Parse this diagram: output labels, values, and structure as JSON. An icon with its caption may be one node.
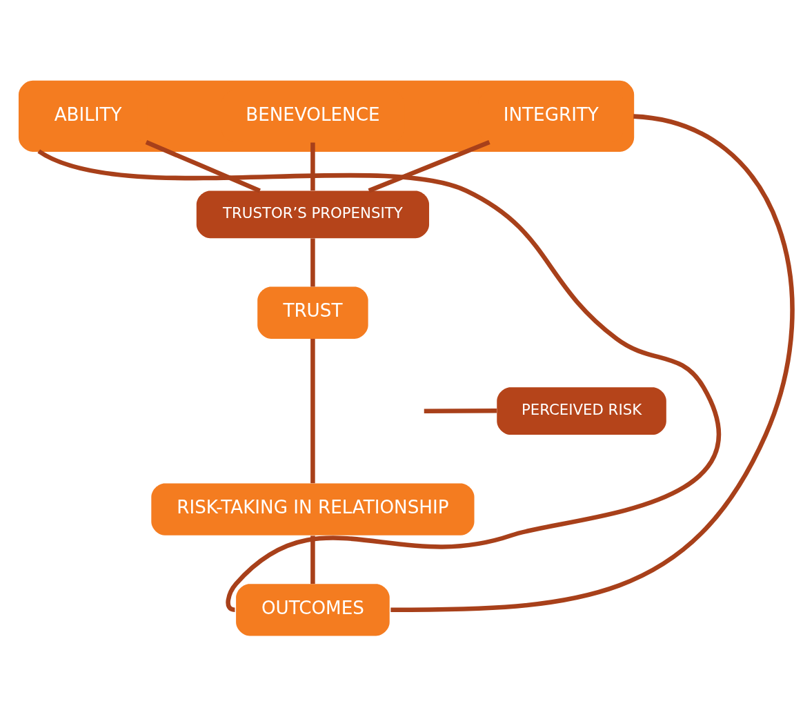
{
  "diagram": {
    "nodes": [
      {
        "text": [],
        "shape": "box"
      },
      {
        "text": [
          "ABILITY"
        ],
        "in": 0
      },
      {
        "text": [
          "BENEVOLENCE"
        ],
        "in": 0
      },
      {
        "text": [
          "INTEGRITY"
        ],
        "in": 0
      },
      {
        "text": [
          "TRUSTOR’S PROPENSITY"
        ]
      },
      {
        "text": [
          "TRUST"
        ]
      },
      {
        "text": [
          "PERCEIVED RISK"
        ]
      },
      {
        "text": [
          "RISK-TAKING IN RELATIONSHIP"
        ]
      },
      {
        "text": [
          "OUTCOMES"
        ]
      }
    ],
    "edges": [
      {
        "from": 1,
        "to": 4,
        "arrow": "none"
      },
      {
        "from": 2,
        "to": 4,
        "arrow": "none"
      },
      {
        "from": 3,
        "to": 4,
        "arrow": "none"
      },
      {
        "from": 4,
        "to": 5,
        "arrow": "none"
      },
      {
        "from": 5,
        "to": 7,
        "arrow": "none"
      },
      {
        "from": 6,
        "to": null,
        "arrow": "none"
      },
      {
        "from": 7,
        "to": 8,
        "arrow": "none"
      },
      {
        "from": 8,
        "to": 0,
        "arrow": "none"
      },
      {
        "from": 8,
        "to": 0,
        "arrow": "none"
      }
    ]
  }
}
